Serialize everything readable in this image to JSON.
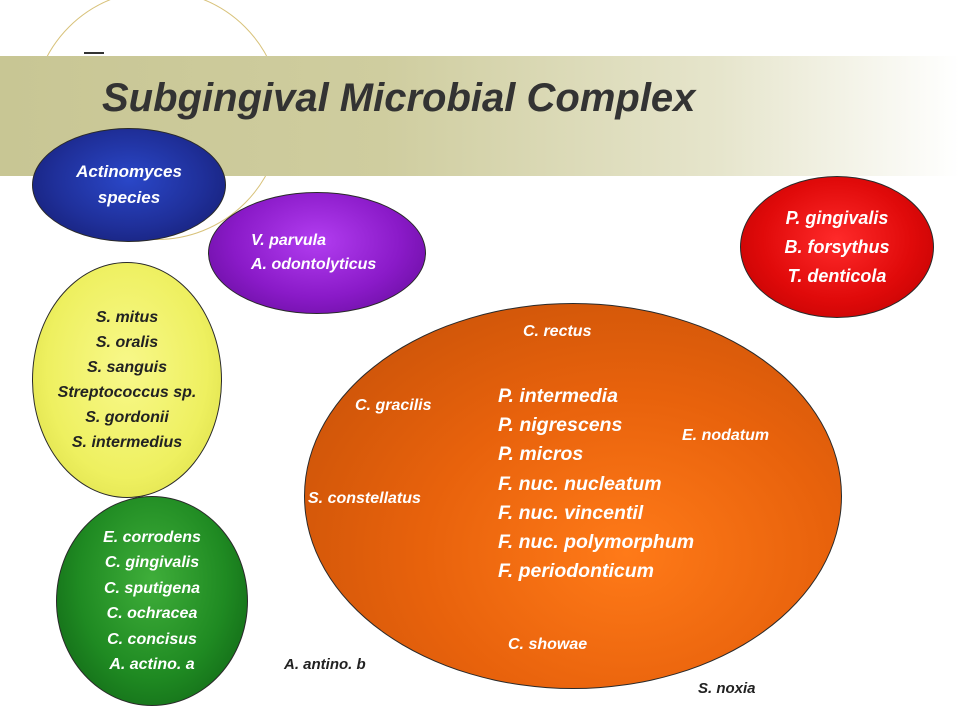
{
  "title": "Subgingival Microbial Complex",
  "colors": {
    "blue_complex": "#1f2f99",
    "purple_complex": "#8a1ac8",
    "yellow_complex": "#eef060",
    "green_complex": "#1f8a22",
    "red_complex": "#e00a0a",
    "orange_complex": "#e8620c",
    "title_band": "#c8c694"
  },
  "complexes": {
    "blue": [
      "Actinomyces",
      "species"
    ],
    "purple": [
      "V. parvula",
      "A. odontolyticus"
    ],
    "yellow": [
      "S. mitus",
      "S. oralis",
      "S. sanguis",
      "Streptococcus sp.",
      "S. gordonii",
      "S. intermedius"
    ],
    "green": [
      "E. corrodens",
      "C. gingivalis",
      "C. sputigena",
      "C. ochracea",
      "C. concisus",
      "A. actino. a"
    ],
    "red": [
      "P. gingivalis",
      "B. forsythus",
      "T. denticola"
    ],
    "orange": {
      "core": [
        "P. intermedia",
        "P. nigrescens",
        "P. micros",
        "F. nuc. nucleatum",
        "F. nuc. vincentil",
        "F. nuc. polymorphum",
        "F. periodonticum"
      ],
      "peripheral": {
        "rectus": "C. rectus",
        "gracilis": "C. gracilis",
        "nodatum": "E. nodatum",
        "constellatus": "S. constellatus",
        "showae": "C. showae"
      }
    }
  },
  "ungrouped": {
    "antino_b": "A. antino. b",
    "noxia": "S. noxia"
  }
}
